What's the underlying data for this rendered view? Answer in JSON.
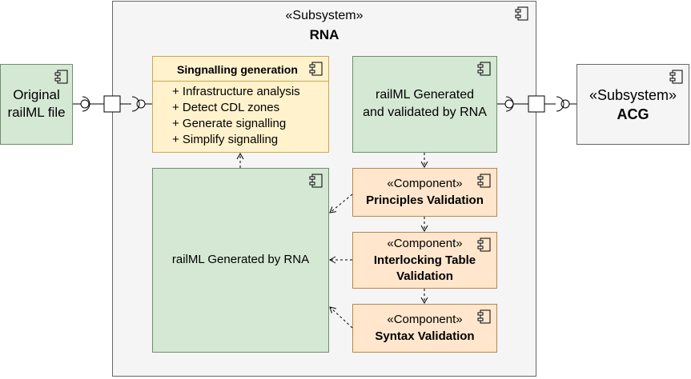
{
  "rna": {
    "stereotype": "«Subsystem»",
    "name": "RNA"
  },
  "acg": {
    "stereotype": "«Subsystem»",
    "name": "ACG"
  },
  "original": {
    "line1": "Original",
    "line2": "railML file"
  },
  "signalling": {
    "title": "Singnalling generation",
    "ops": [
      "+ Infrastructure analysis",
      "+ Detect CDL zones",
      "+ Generate signalling",
      "+ Simplify signalling"
    ]
  },
  "generated_validated": {
    "line1": "railML Generated",
    "line2": "and validated by RNA"
  },
  "generated": {
    "label": "railML Generated by RNA"
  },
  "principles": {
    "stereotype": "«Component»",
    "name": "Principles Validation"
  },
  "interlocking": {
    "stereotype": "«Component»",
    "name_line1": "Interlocking Table",
    "name_line2": "Validation"
  },
  "syntax": {
    "stereotype": "«Component»",
    "name": "Syntax Validation"
  },
  "colors": {
    "green_fill": "#d5e8d4",
    "grey_fill": "#f5f5f5",
    "yellow_fill": "#fff2cc",
    "orange_fill": "#ffe6cc"
  },
  "icons": [
    "component-icon",
    "provided-interface-icon",
    "required-interface-icon",
    "port-icon"
  ]
}
